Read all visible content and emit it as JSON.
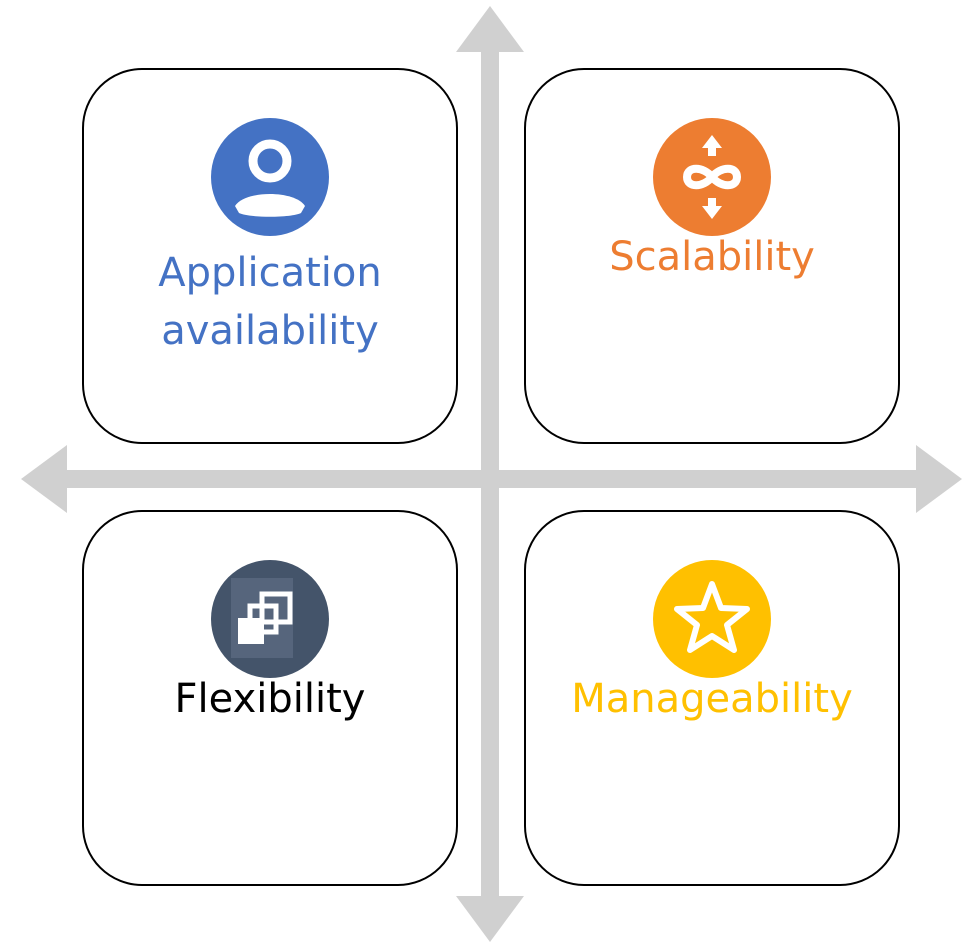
{
  "colors": {
    "axis": "#d0d0d0",
    "border": "#000000",
    "availability": "#4472c4",
    "scalability": "#ed7d31",
    "flexibility_icon": "#44546a",
    "flexibility_text": "#000000",
    "manageability": "#ffc000"
  },
  "quadrants": {
    "top_left": {
      "label": "Application\navailability",
      "icon": "user-icon"
    },
    "top_right": {
      "label": "Scalability",
      "icon": "infinity-arrows-icon"
    },
    "bottom_left": {
      "label": "Flexibility",
      "icon": "stacked-squares-icon"
    },
    "bottom_right": {
      "label": "Manageability",
      "icon": "star-icon"
    }
  }
}
